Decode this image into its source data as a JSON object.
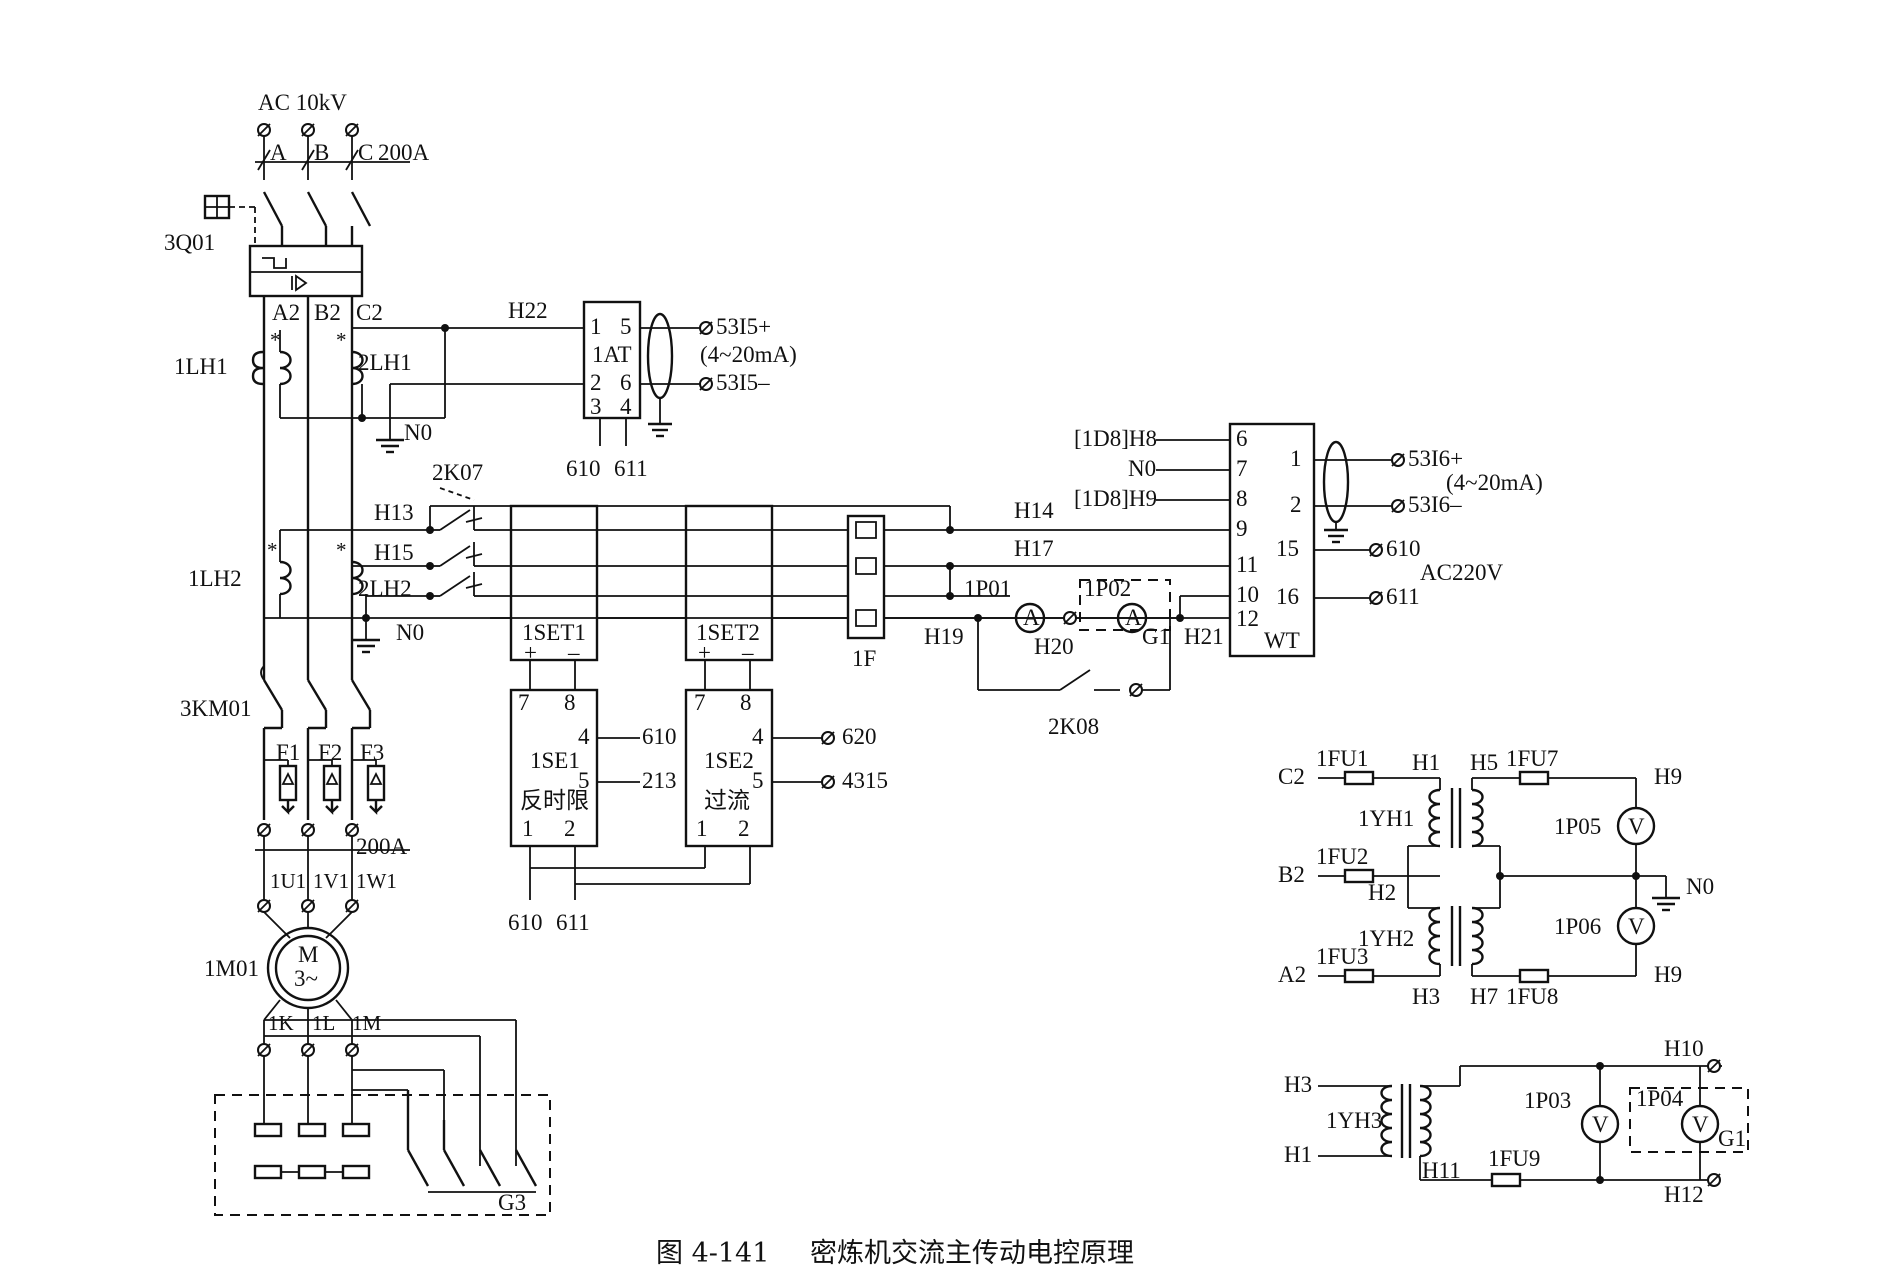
{
  "labels": {
    "ac10kv": "AC  10kV",
    "phase_a": "A",
    "phase_b": "B",
    "phase_c": "C",
    "rating_top": "200A",
    "q01": "3Q01",
    "a2": "A2",
    "b2": "B2",
    "c2": "C2",
    "lh1": "1LH1",
    "lh1b": "2LH1",
    "n0_top": "N0",
    "h22": "H22",
    "at_name": "1AT",
    "at_p1": "1",
    "at_p2": "2",
    "at_p3": "3",
    "at_p4": "4",
    "at_p5": "5",
    "at_p6": "6",
    "at_610": "610",
    "at_611": "611",
    "out_5315p": "53I5+",
    "out_5315m": "53I5–",
    "current_range_1": "(4~20mA)",
    "k07": "2K07",
    "h13": "H13",
    "h15": "H15",
    "lh2": "1LH2",
    "lh2b": "2LH2",
    "n0_mid": "N0",
    "set1": "1SET1",
    "set2": "1SET2",
    "plus": "+",
    "minus": "–",
    "f1_box": "1F",
    "h14": "H14",
    "h17": "H17",
    "h19": "H19",
    "p01": "1P01",
    "p02": "1P02",
    "h20": "H20",
    "g1_mid": "G1",
    "h21": "H21",
    "k08": "2K08",
    "wt_name": "WT",
    "wt_h8": "[1D8]H8",
    "wt_n0": "N0",
    "wt_h9": "[1D8]H9",
    "wt_p6": "6",
    "wt_p7": "7",
    "wt_p8": "8",
    "wt_p9": "9",
    "wt_p11": "11",
    "wt_p10": "10",
    "wt_p12": "12",
    "wt_p1": "1",
    "wt_p2": "2",
    "wt_p15": "15",
    "wt_p16": "16",
    "out_5316p": "53I6+",
    "out_5316m": "53I6–",
    "current_range_2": "(4~20mA)",
    "wt_610": "610",
    "wt_611": "611",
    "ac220v": "AC220V",
    "se1_name": "1SE1",
    "se1_desc": "反时限",
    "se2_name": "1SE2",
    "se2_desc": "过流",
    "se_p7": "7",
    "se_p8": "8",
    "se_p4": "4",
    "se_p5": "5",
    "se_p1": "1",
    "se_p2": "2",
    "se1_610": "610",
    "se1_213": "213",
    "se2_620": "620",
    "se2_4315": "4315",
    "bot_610": "610",
    "bot_611": "611",
    "km01": "3KM01",
    "f1": "F1",
    "f2": "F2",
    "f3": "F3",
    "rating_bot": "200A",
    "u1": "1U1",
    "v1": "1V1",
    "w1": "1W1",
    "m01": "1M01",
    "motor_m": "M",
    "motor_phase": "3~",
    "k1": "1K",
    "l1": "1L",
    "m1": "1M",
    "g3": "G3",
    "pt_c2": "C2",
    "pt_b2": "B2",
    "pt_a2": "A2",
    "fu1": "1FU1",
    "fu2": "1FU2",
    "fu3": "1FU3",
    "fu7": "1FU7",
    "fu8": "1FU8",
    "pt_h1": "H1",
    "pt_h2": "H2",
    "pt_h3": "H3",
    "pt_h5": "H5",
    "pt_h7": "H7",
    "yh1": "1YH1",
    "yh2": "1YH2",
    "pt_h9a": "H9",
    "pt_h9b": "H9",
    "p05": "1P05",
    "p06": "1P06",
    "pt_n0": "N0",
    "vm_h3": "H3",
    "vm_h1": "H1",
    "yh3": "1YH3",
    "p03": "1P03",
    "p04": "1P04",
    "h10": "H10",
    "h11": "H11",
    "h12": "H12",
    "fu9": "1FU9",
    "g1_bot": "G1",
    "meter_a": "A",
    "meter_v": "V"
  },
  "caption": {
    "fig_no": "图 4-141",
    "title": "密炼机交流主传动电控原理"
  }
}
